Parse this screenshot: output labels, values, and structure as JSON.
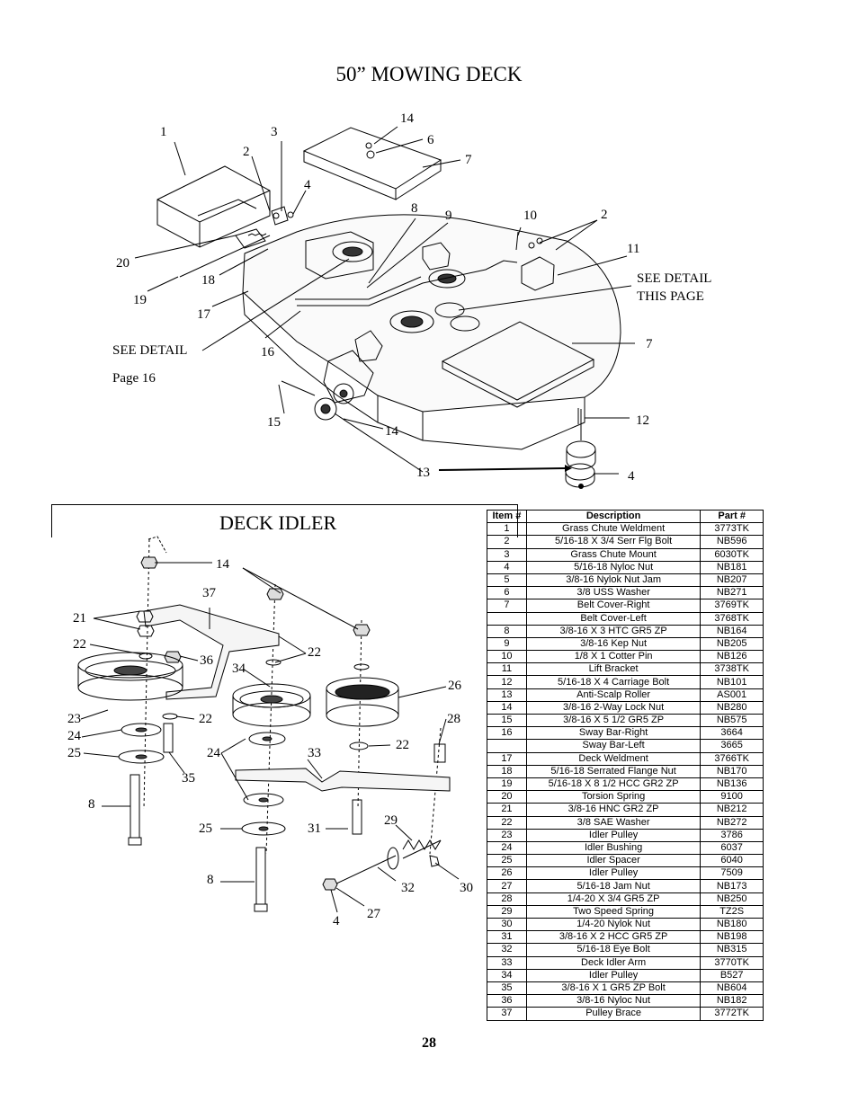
{
  "title": "50” MOWING DECK",
  "idler_title": "DECK IDLER",
  "page_number": "28",
  "deck_callouts": {
    "c1": "1",
    "c3": "3",
    "c2a": "2",
    "c14a": "14",
    "c6": "6",
    "c7a": "7",
    "c4a": "4",
    "c8": "8",
    "c9": "9",
    "c10": "10",
    "c2b": "2",
    "c11": "11",
    "see_detail_this_1": "SEE DETAIL",
    "see_detail_this_2": "THIS PAGE",
    "c20": "20",
    "c18": "18",
    "c19": "19",
    "c17": "17",
    "see_detail_1": "SEE DETAIL",
    "see_detail_page": "Page 16",
    "c16": "16",
    "c7b": "7",
    "c15": "15",
    "c14b": "14",
    "c12": "12",
    "c13": "13",
    "c4b": "4"
  },
  "idler_callouts": {
    "c14": "14",
    "c37": "37",
    "c21": "21",
    "c22a": "22",
    "c36": "36",
    "c34": "34",
    "c22b": "22",
    "c26": "26",
    "c23": "23",
    "c22c": "22",
    "c28": "28",
    "c24a": "24",
    "c25a": "25",
    "c24b": "24",
    "c33": "33",
    "c22d": "22",
    "c35": "35",
    "c8a": "8",
    "c29": "29",
    "c25b": "25",
    "c31": "31",
    "c8b": "8",
    "c32": "32",
    "c30": "30",
    "c27": "27",
    "c4": "4"
  },
  "parts_table": {
    "headers": [
      "Item #",
      "Description",
      "Part #"
    ],
    "rows": [
      [
        "1",
        "Grass Chute Weldment",
        "3773TK"
      ],
      [
        "2",
        "5/16-18 X 3/4 Serr Flg Bolt",
        "NB596"
      ],
      [
        "3",
        "Grass Chute Mount",
        "6030TK"
      ],
      [
        "4",
        "5/16-18 Nyloc Nut",
        "NB181"
      ],
      [
        "5",
        "3/8-16 Nylok Nut Jam",
        "NB207"
      ],
      [
        "6",
        "3/8 USS Washer",
        "NB271"
      ],
      [
        "7",
        "Belt Cover-Right",
        "3769TK"
      ],
      [
        "",
        "Belt Cover-Left",
        "3768TK"
      ],
      [
        "8",
        "3/8-16 X 3 HTC GR5 ZP",
        "NB164"
      ],
      [
        "9",
        "3/8-16 Kep Nut",
        "NB205"
      ],
      [
        "10",
        "1/8 X 1 Cotter Pin",
        "NB126"
      ],
      [
        "11",
        "Lift Bracket",
        "3738TK"
      ],
      [
        "12",
        "5/16-18 X 4 Carriage Bolt",
        "NB101"
      ],
      [
        "13",
        "Anti-Scalp Roller",
        "AS001"
      ],
      [
        "14",
        "3/8-16 2-Way Lock Nut",
        "NB280"
      ],
      [
        "15",
        "3/8-16 X 5 1/2 GR5 ZP",
        "NB575"
      ],
      [
        "16",
        "Sway Bar-Right",
        "3664"
      ],
      [
        "",
        "Sway Bar-Left",
        "3665"
      ],
      [
        "17",
        "Deck Weldment",
        "3766TK"
      ],
      [
        "18",
        "5/16-18 Serrated Flange Nut",
        "NB170"
      ],
      [
        "19",
        "5/16-18 X 8 1/2 HCC GR2 ZP",
        "NB136"
      ],
      [
        "20",
        "Torsion Spring",
        "9100"
      ],
      [
        "21",
        "3/8-16 HNC GR2 ZP",
        "NB212"
      ],
      [
        "22",
        "3/8 SAE Washer",
        "NB272"
      ],
      [
        "23",
        "Idler Pulley",
        "3786"
      ],
      [
        "24",
        "Idler Bushing",
        "6037"
      ],
      [
        "25",
        "Idler Spacer",
        "6040"
      ],
      [
        "26",
        "Idler Pulley",
        "7509"
      ],
      [
        "27",
        "5/16-18 Jam Nut",
        "NB173"
      ],
      [
        "28",
        "1/4-20 X 3/4 GR5 ZP",
        "NB250"
      ],
      [
        "29",
        "Two Speed Spring",
        "TZ2S"
      ],
      [
        "30",
        "1/4-20 Nylok Nut",
        "NB180"
      ],
      [
        "31",
        "3/8-16 X 2 HCC GR5 ZP",
        "NB198"
      ],
      [
        "32",
        "5/16-18 Eye Bolt",
        "NB315"
      ],
      [
        "33",
        "Deck Idler Arm",
        "3770TK"
      ],
      [
        "34",
        "Idler Pulley",
        "B527"
      ],
      [
        "35",
        "3/8-16 X 1 GR5 ZP Bolt",
        "NB604"
      ],
      [
        "36",
        "3/8-16 Nyloc Nut",
        "NB182"
      ],
      [
        "37",
        "Pulley Brace",
        "3772TK"
      ]
    ]
  }
}
